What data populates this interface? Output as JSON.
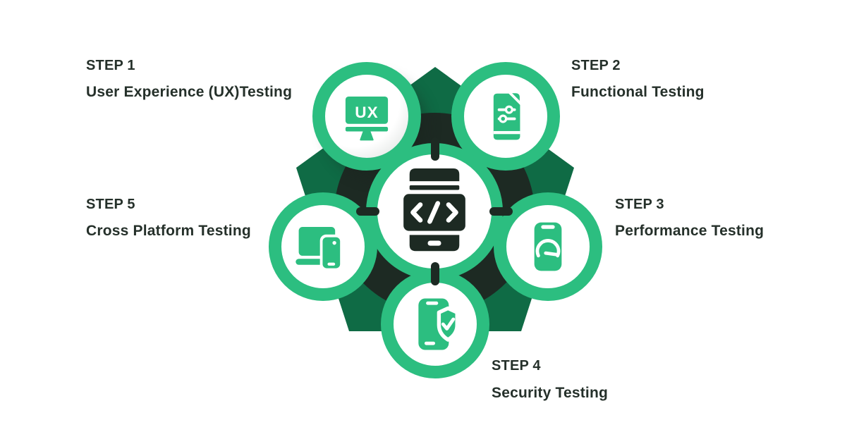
{
  "colors": {
    "accent": "#2cbe80",
    "pentagon_green": "#0f6b45",
    "ink": "#1d2a23",
    "text_dark": "#25302a",
    "background": "#ffffff"
  },
  "center": {
    "icon": "mobile-code-icon"
  },
  "steps": [
    {
      "step_label": "STEP 1",
      "title": "User Experience (UX)Testing",
      "icon": "ux-monitor-icon",
      "icon_text": "UX"
    },
    {
      "step_label": "STEP 2",
      "title": "Functional Testing",
      "icon": "functional-sliders-icon"
    },
    {
      "step_label": "STEP 3",
      "title": "Performance Testing",
      "icon": "performance-gauge-icon"
    },
    {
      "step_label": "STEP 4",
      "title": "Security Testing",
      "icon": "security-shield-icon"
    },
    {
      "step_label": "STEP 5",
      "title": "Cross Platform Testing",
      "icon": "cross-platform-devices-icon"
    }
  ]
}
